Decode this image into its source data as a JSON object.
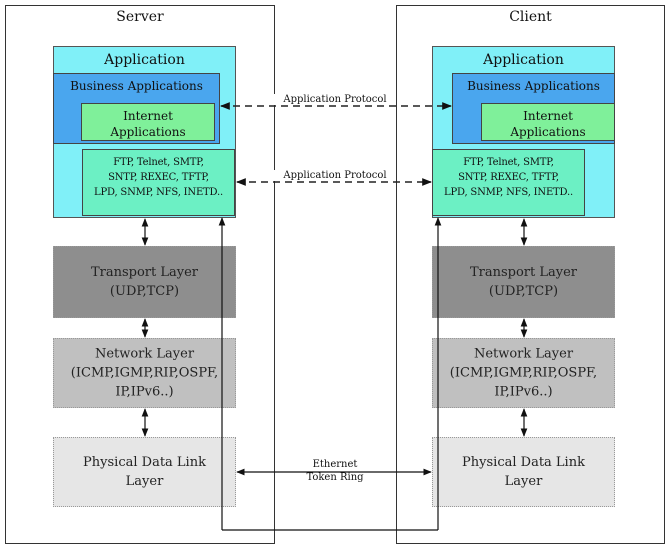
{
  "server": {
    "title": "Server",
    "application": {
      "title": "Application",
      "business": "Business Applications",
      "internet": [
        "Internet",
        "Applications"
      ],
      "protocols": [
        "FTP, Telnet, SMTP,",
        "SNTP, REXEC, TFTP,",
        "LPD, SNMP, NFS, INETD.."
      ]
    },
    "transport": [
      "Transport Layer",
      "(UDP,TCP)"
    ],
    "network": [
      "Network Layer",
      "(ICMP,IGMP,RIP,OSPF,",
      "IP,IPv6..)"
    ],
    "physical": [
      "Physical Data Link",
      "Layer"
    ]
  },
  "client": {
    "title": "Client",
    "application": {
      "title": "Application",
      "business": "Business Applications",
      "internet": [
        "Internet",
        "Applications"
      ],
      "protocols": [
        "FTP, Telnet, SMTP,",
        "SNTP, REXEC, TFTP,",
        "LPD, SNMP, NFS, INETD.."
      ]
    },
    "transport": [
      "Transport Layer",
      "(UDP,TCP)"
    ],
    "network": [
      "Network Layer",
      "(ICMP,IGMP,RIP,OSPF,",
      "IP,IPv6..)"
    ],
    "physical": [
      "Physical Data Link",
      "Layer"
    ]
  },
  "links": {
    "app_protocol_top": "Application Protocol",
    "app_protocol_mid": "Application Protocol",
    "ethernet": [
      "Ethernet",
      "Token Ring"
    ]
  }
}
